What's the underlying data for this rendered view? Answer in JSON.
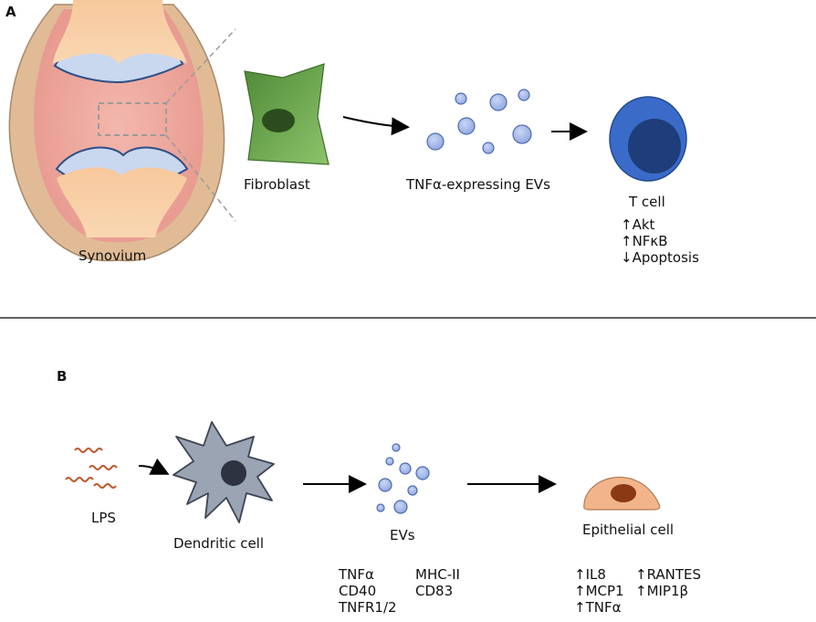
{
  "panelA": {
    "letter": "A",
    "synovium_label": "Synovium",
    "fibroblast_label": "Fibroblast",
    "evs_label": "TNFα-expressing EVs",
    "tcell_label": "T cell",
    "tcell_effects": [
      "↑Akt",
      "↑NFκB",
      "↓Apoptosis"
    ]
  },
  "panelB": {
    "letter": "B",
    "lps_label": "LPS",
    "dendritic_label": "Dendritic cell",
    "evs_label": "EVs",
    "ev_markers_col1": [
      "TNFα",
      "CD40",
      "TNFR1/2"
    ],
    "ev_markers_col2": [
      "MHC-II",
      "CD83"
    ],
    "epithelial_label": "Epithelial cell",
    "epithelial_effects_col1": [
      "↑IL8",
      "↑MCP1",
      "↑TNFα"
    ],
    "epithelial_effects_col2": [
      "↑RANTES",
      "↑MIP1β"
    ]
  },
  "colors": {
    "fibroblast": "#6aa84f",
    "ev": "#a4b8e8",
    "tcell_outer": "#3a6bc9",
    "tcell_inner": "#1f3d7a",
    "dendritic": "#9aa4b3",
    "epithelial": "#f2b48a",
    "lps": "#c0572a"
  }
}
